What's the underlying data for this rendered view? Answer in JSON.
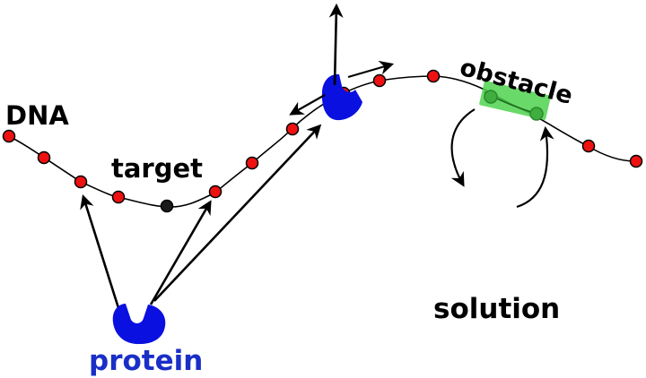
{
  "labels": {
    "dna": "DNA",
    "target": "target",
    "obstacle": "obstacle",
    "solution": "solution",
    "protein": "protein"
  },
  "colors": {
    "background": "#ffffff",
    "strand": "#000000",
    "site": "#ee1111",
    "target_site": "#1a1a1a",
    "protein": "#0a10e0",
    "obstacle": "#4fd24f",
    "arrow": "#000000",
    "protein_label": "#1a2fc7"
  }
}
